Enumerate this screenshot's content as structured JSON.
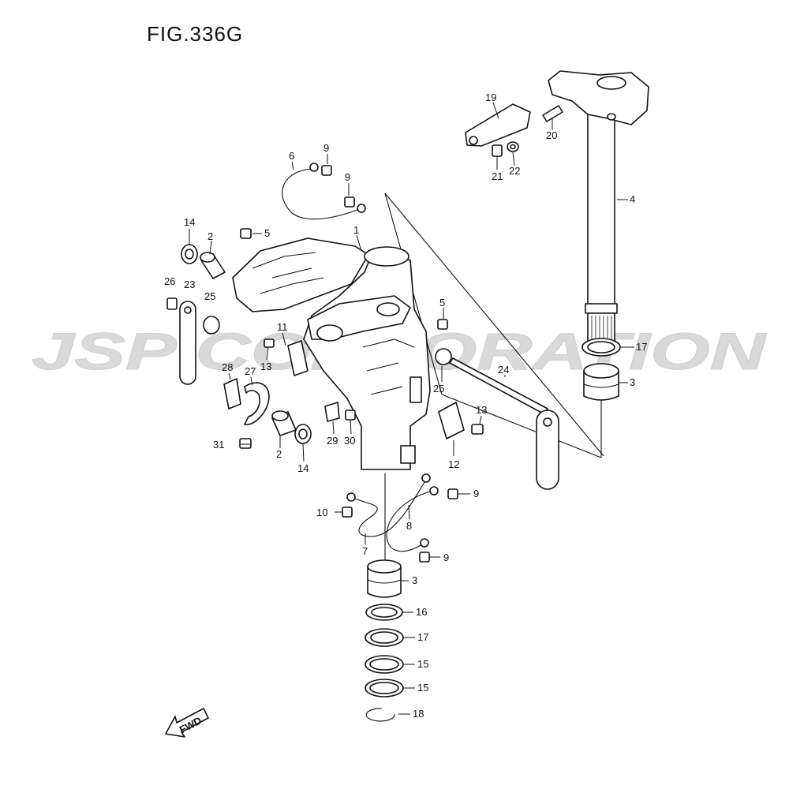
{
  "figure": {
    "title": "FIG.336G"
  },
  "watermark": {
    "text": "JSP CORPORATION"
  },
  "fwd_arrow": {
    "label": "FWD"
  },
  "callouts": {
    "c1": "1",
    "c2a": "2",
    "c2b": "2",
    "c3a": "3",
    "c3b": "3",
    "c4": "4",
    "c5a": "5",
    "c5b": "5",
    "c6": "6",
    "c7": "7",
    "c8": "8",
    "c9a": "9",
    "c9b": "9",
    "c9c": "9",
    "c9d": "9",
    "c10": "10",
    "c11": "11",
    "c12": "12",
    "c13a": "13",
    "c13b": "13",
    "c14a": "14",
    "c14b": "14",
    "c15a": "15",
    "c15b": "15",
    "c16": "16",
    "c17a": "17",
    "c17b": "17",
    "c18": "18",
    "c19": "19",
    "c20": "20",
    "c21": "21",
    "c22": "22",
    "c23": "23",
    "c24": "24",
    "c25a": "25",
    "c25b": "25",
    "c26": "26",
    "c27": "27",
    "c28": "28",
    "c29": "29",
    "c30": "30",
    "c31": "31"
  },
  "colors": {
    "line": "#111111",
    "watermark": "#d9d9d9",
    "background": "#ffffff"
  }
}
